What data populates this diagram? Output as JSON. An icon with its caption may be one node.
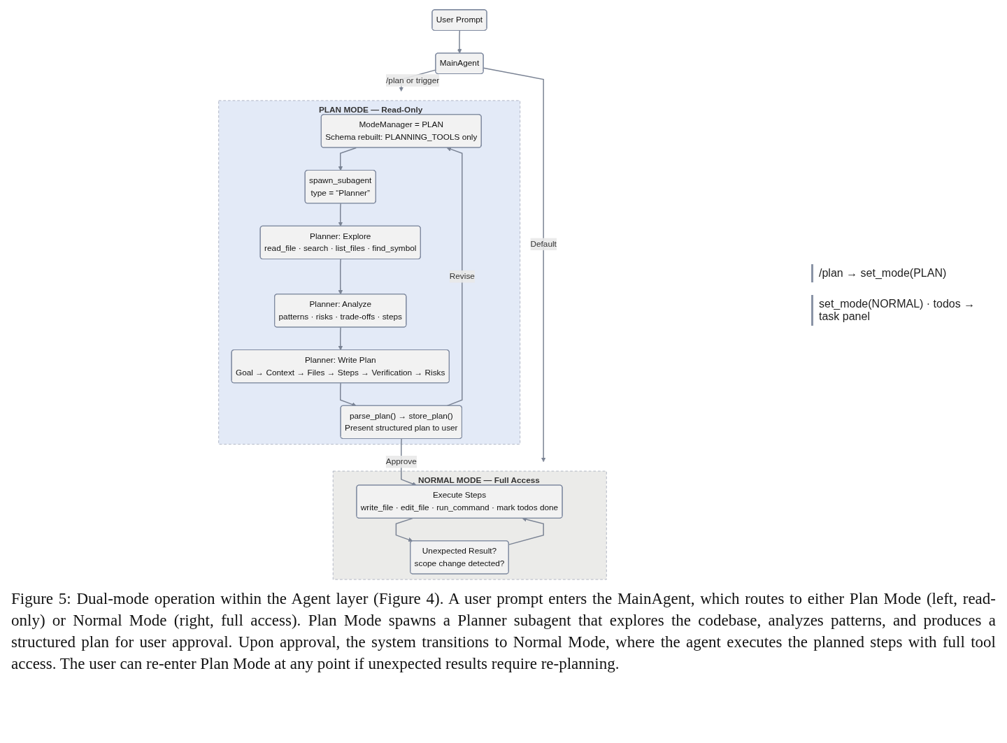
{
  "diagram": {
    "caption": "Figure 5: Dual-mode operation within the Agent layer (Figure 4). A user prompt enters the MainAgent, which routes to either Plan Mode (left, read-only) or Normal Mode (right, full access). Plan Mode spawns a Planner subagent that explores the codebase, analyzes patterns, and produces a structured plan for user approval. Upon approval, the system transitions to Normal Mode, where the agent executes the planned steps with full tool access. The user can re-enter Plan Mode at any point if unexpected results require re-planning.",
    "nodes": [
      {
        "text": [
          "User Prompt"
        ]
      },
      {
        "text": [
          "MainAgent"
        ]
      },
      {
        "text": [
          "PLAN MODE — Read-Only"
        ]
      },
      {
        "text": [
          "ModeManager = PLAN",
          "Schema rebuilt: PLANNING_TOOLS only"
        ],
        "in": 2
      },
      {
        "text": [
          "spawn_subagent",
          "type = “Planner”"
        ],
        "in": 2
      },
      {
        "text": [
          "Planner: Explore",
          "read_file · search · list_files · find_symbol"
        ],
        "in": 2
      },
      {
        "text": [
          "Planner: Analyze",
          "patterns · risks · trade-offs · steps"
        ],
        "in": 2
      },
      {
        "text": [
          "Planner: Write Plan",
          "Goal → Context → Files → Steps → Verification → Risks"
        ],
        "in": 2
      },
      {
        "text": [
          "parse_plan() → store_plan()",
          "Present structured plan to user"
        ],
        "in": 2
      },
      {
        "text": [
          "NORMAL MODE — Full Access"
        ]
      },
      {
        "text": [
          "Execute Steps",
          "write_file · edit_file · run_command · mark todos done"
        ],
        "in": 9
      },
      {
        "text": [
          "Unexpected Result?",
          "scope change detected?"
        ],
        "in": 9
      }
    ],
    "edges": [
      {
        "from": 0,
        "to": 1,
        "arrow": "to"
      },
      {
        "from": 1,
        "to": 2,
        "arrow": "to",
        "label": "/plan or trigger"
      },
      {
        "from": 1,
        "to": 9,
        "arrow": "to",
        "label": "Default"
      },
      {
        "from": 3,
        "to": 4,
        "arrow": "to"
      },
      {
        "from": 4,
        "to": 5,
        "arrow": "to"
      },
      {
        "from": 5,
        "to": 6,
        "arrow": "to"
      },
      {
        "from": 6,
        "to": 7,
        "arrow": "to"
      },
      {
        "from": 7,
        "to": 8,
        "arrow": "to"
      },
      {
        "from": 8,
        "to": 3,
        "arrow": "to",
        "label": "Revise"
      },
      {
        "from": 8,
        "to": 10,
        "arrow": "to",
        "label": "Approve"
      },
      {
        "from": 10,
        "to": 11,
        "arrow": "to"
      },
      {
        "from": 11,
        "to": 10,
        "arrow": "to"
      }
    ],
    "labels": [
      "/plan → set_mode(PLAN)",
      "set_mode(NORMAL) · todos → task panel"
    ]
  }
}
